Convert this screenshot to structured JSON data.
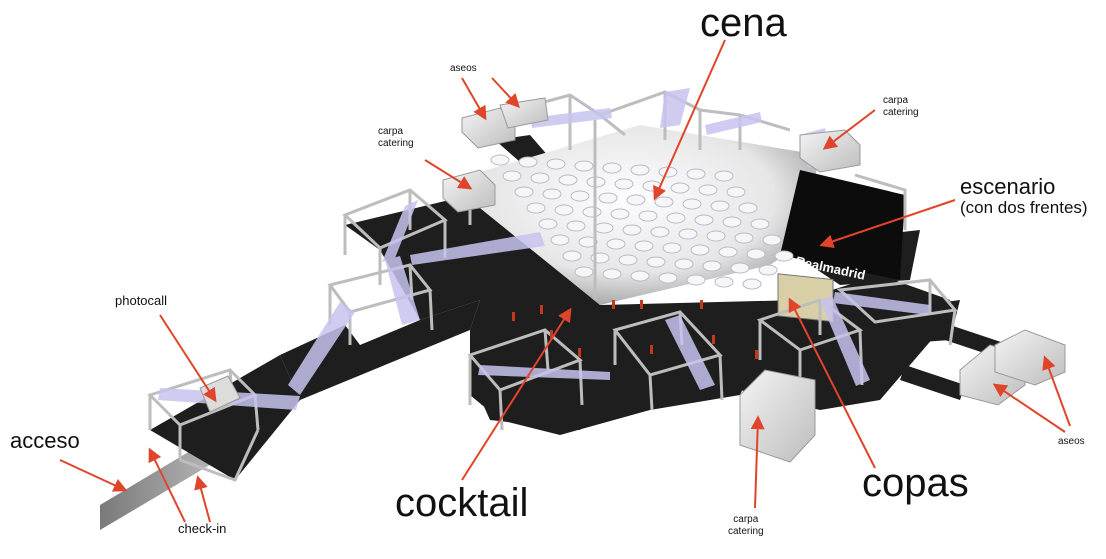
{
  "labels": {
    "cena": "cena",
    "escenario": "escenario",
    "escenario_sub": "(con dos frentes)",
    "cocktail": "cocktail",
    "copas": "copas",
    "acceso": "acceso",
    "checkin": "check-in",
    "photocall": "photocall",
    "aseos_top": "aseos",
    "aseos_right": "aseos",
    "carpa_top_left": [
      "carpa",
      "catering"
    ],
    "carpa_top_right": [
      "carpa",
      "catering"
    ],
    "carpa_bottom": [
      "carpa",
      "catering"
    ]
  },
  "stage_banner": "Realmadrid",
  "colors": {
    "arrow": "#e0452b",
    "floor": "#1e1e1e",
    "white_floor": "#efefef",
    "truss": "#bfbfbf",
    "light": "#c7c3ef",
    "tent": "#e2e2e2"
  }
}
